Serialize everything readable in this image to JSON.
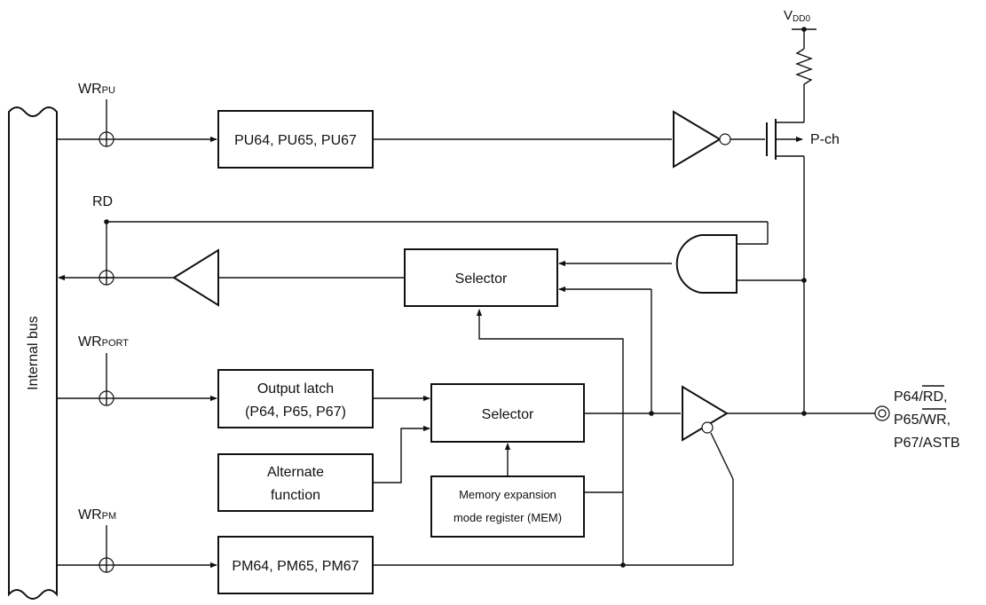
{
  "bus": {
    "label": "Internal bus"
  },
  "signals": {
    "wr_pu": {
      "main": "WR",
      "sub": "PU"
    },
    "rd": "RD",
    "wr_port": {
      "main": "WR",
      "sub": "PORT"
    },
    "wr_pm": {
      "main": "WR",
      "sub": "PM"
    }
  },
  "supply": {
    "main": "V",
    "sub": "DD0"
  },
  "transistor": {
    "label": "P-ch"
  },
  "blocks": {
    "pu_register": "PU64, PU65, PU67",
    "selector_read": "Selector",
    "output_latch": [
      "Output latch",
      "(P64, P65, P67)"
    ],
    "selector_output": "Selector",
    "alternate_function": [
      "Alternate",
      "function"
    ],
    "mem_register": [
      "Memory expansion",
      "mode register (MEM)"
    ],
    "pm_register": "PM64, PM65, PM67"
  },
  "pins": {
    "line1": {
      "a": "P64/",
      "b": "RD",
      "c": ","
    },
    "line2": {
      "a": "P65/",
      "b": "WR",
      "c": ","
    },
    "line3": "P67/ASTB"
  }
}
